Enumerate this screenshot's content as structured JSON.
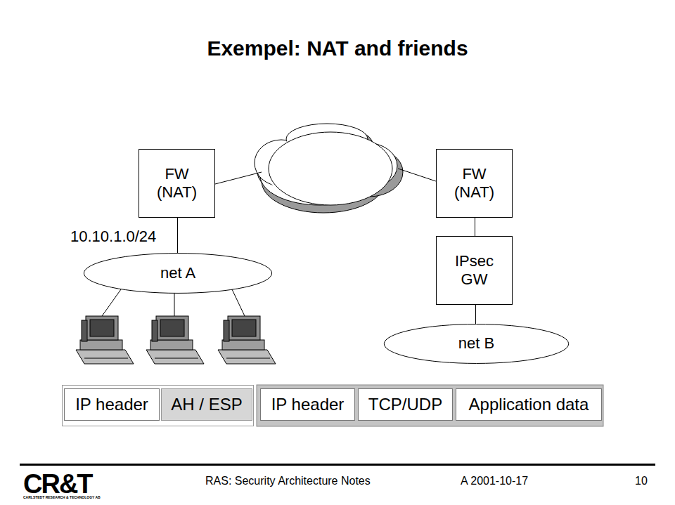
{
  "diagram": {
    "title": "Exempel: NAT and friends",
    "nodes": [
      {
        "text": [
          "FW (NAT)"
        ]
      },
      {
        "text": [
          "FW (NAT)"
        ]
      },
      {
        "text": [
          "net A"
        ]
      },
      {
        "text": [
          "IPsec GW"
        ]
      },
      {
        "text": [
          "net B"
        ]
      },
      {
        "text": [
          "IP header"
        ]
      },
      {
        "text": [
          "AH / ESP"
        ]
      },
      {
        "text": [
          "IP header"
        ]
      },
      {
        "text": [
          "TCP/UDP"
        ]
      },
      {
        "text": [
          "Application data"
        ]
      }
    ],
    "edges": [
      {
        "from": 0,
        "to": 2,
        "arrow": "none"
      },
      {
        "from": 1,
        "to": 3,
        "arrow": "none"
      },
      {
        "from": 3,
        "to": 4,
        "arrow": "none"
      }
    ],
    "labels": [
      "10.10.1.0/24",
      "CR&T",
      "CARLSTEDT RESEARCH & TECHNOLOGY AB",
      "RAS: Security Architecture Notes",
      "A 2001-10-17",
      "10"
    ]
  }
}
